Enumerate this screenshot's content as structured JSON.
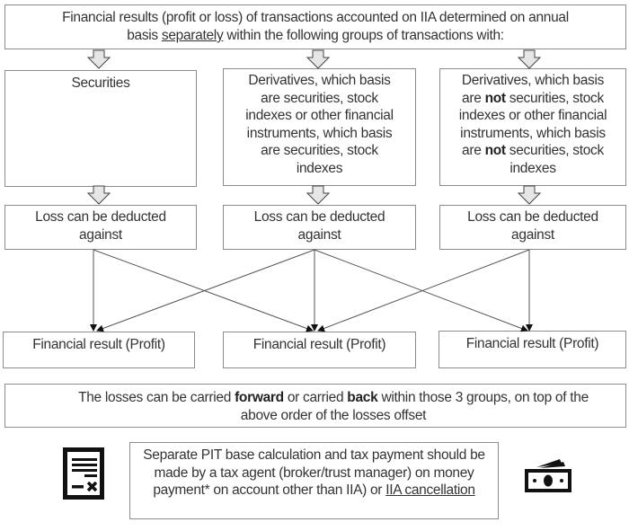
{
  "header": {
    "line1": "Financial results (profit or loss) of transactions accounted on IIA determined on annual",
    "line2_pre": "basis ",
    "line2_underlined": "separately",
    "line2_post": " within the following groups of transactions with:"
  },
  "groups": [
    {
      "label": "Securities"
    },
    {
      "label": "Derivatives, which basis are securities, stock indexes or other financial instruments, which basis are securities, stock indexes"
    },
    {
      "part1": "Derivatives, which basis are ",
      "bold1": "not",
      "part2": " securities, stock indexes or other financial instruments, which basis are ",
      "bold2": "not",
      "part3": " securities, stock indexes"
    }
  ],
  "loss_boxes": [
    {
      "label": "Loss can be deducted against"
    },
    {
      "label": "Loss can be deducted against"
    },
    {
      "label": "Loss can be deducted against"
    }
  ],
  "profit_boxes": [
    {
      "label": "Financial result (Profit)"
    },
    {
      "label": "Financial result (Profit)"
    },
    {
      "label": "Financial result (Profit)"
    }
  ],
  "carry_note": {
    "pre": "The losses can be carried ",
    "bold1": "forward",
    "mid": " or carried ",
    "bold2": "back",
    "post": " within those 3 groups, on top of the above order of the losses offset"
  },
  "pit_note": {
    "text": "Separate PIT base calculation and tax payment should be made by a  tax agent (broker/trust manager) on money payment* on account other than IIA) or ",
    "underlined": "IIA cancellation"
  },
  "icons": {
    "left": "tax-document-icon",
    "right": "money-bill-icon"
  },
  "colors": {
    "border": "#8c8c8c",
    "arrow_fill": "#e6e6e6",
    "text": "#333333",
    "icon": "#111111"
  }
}
